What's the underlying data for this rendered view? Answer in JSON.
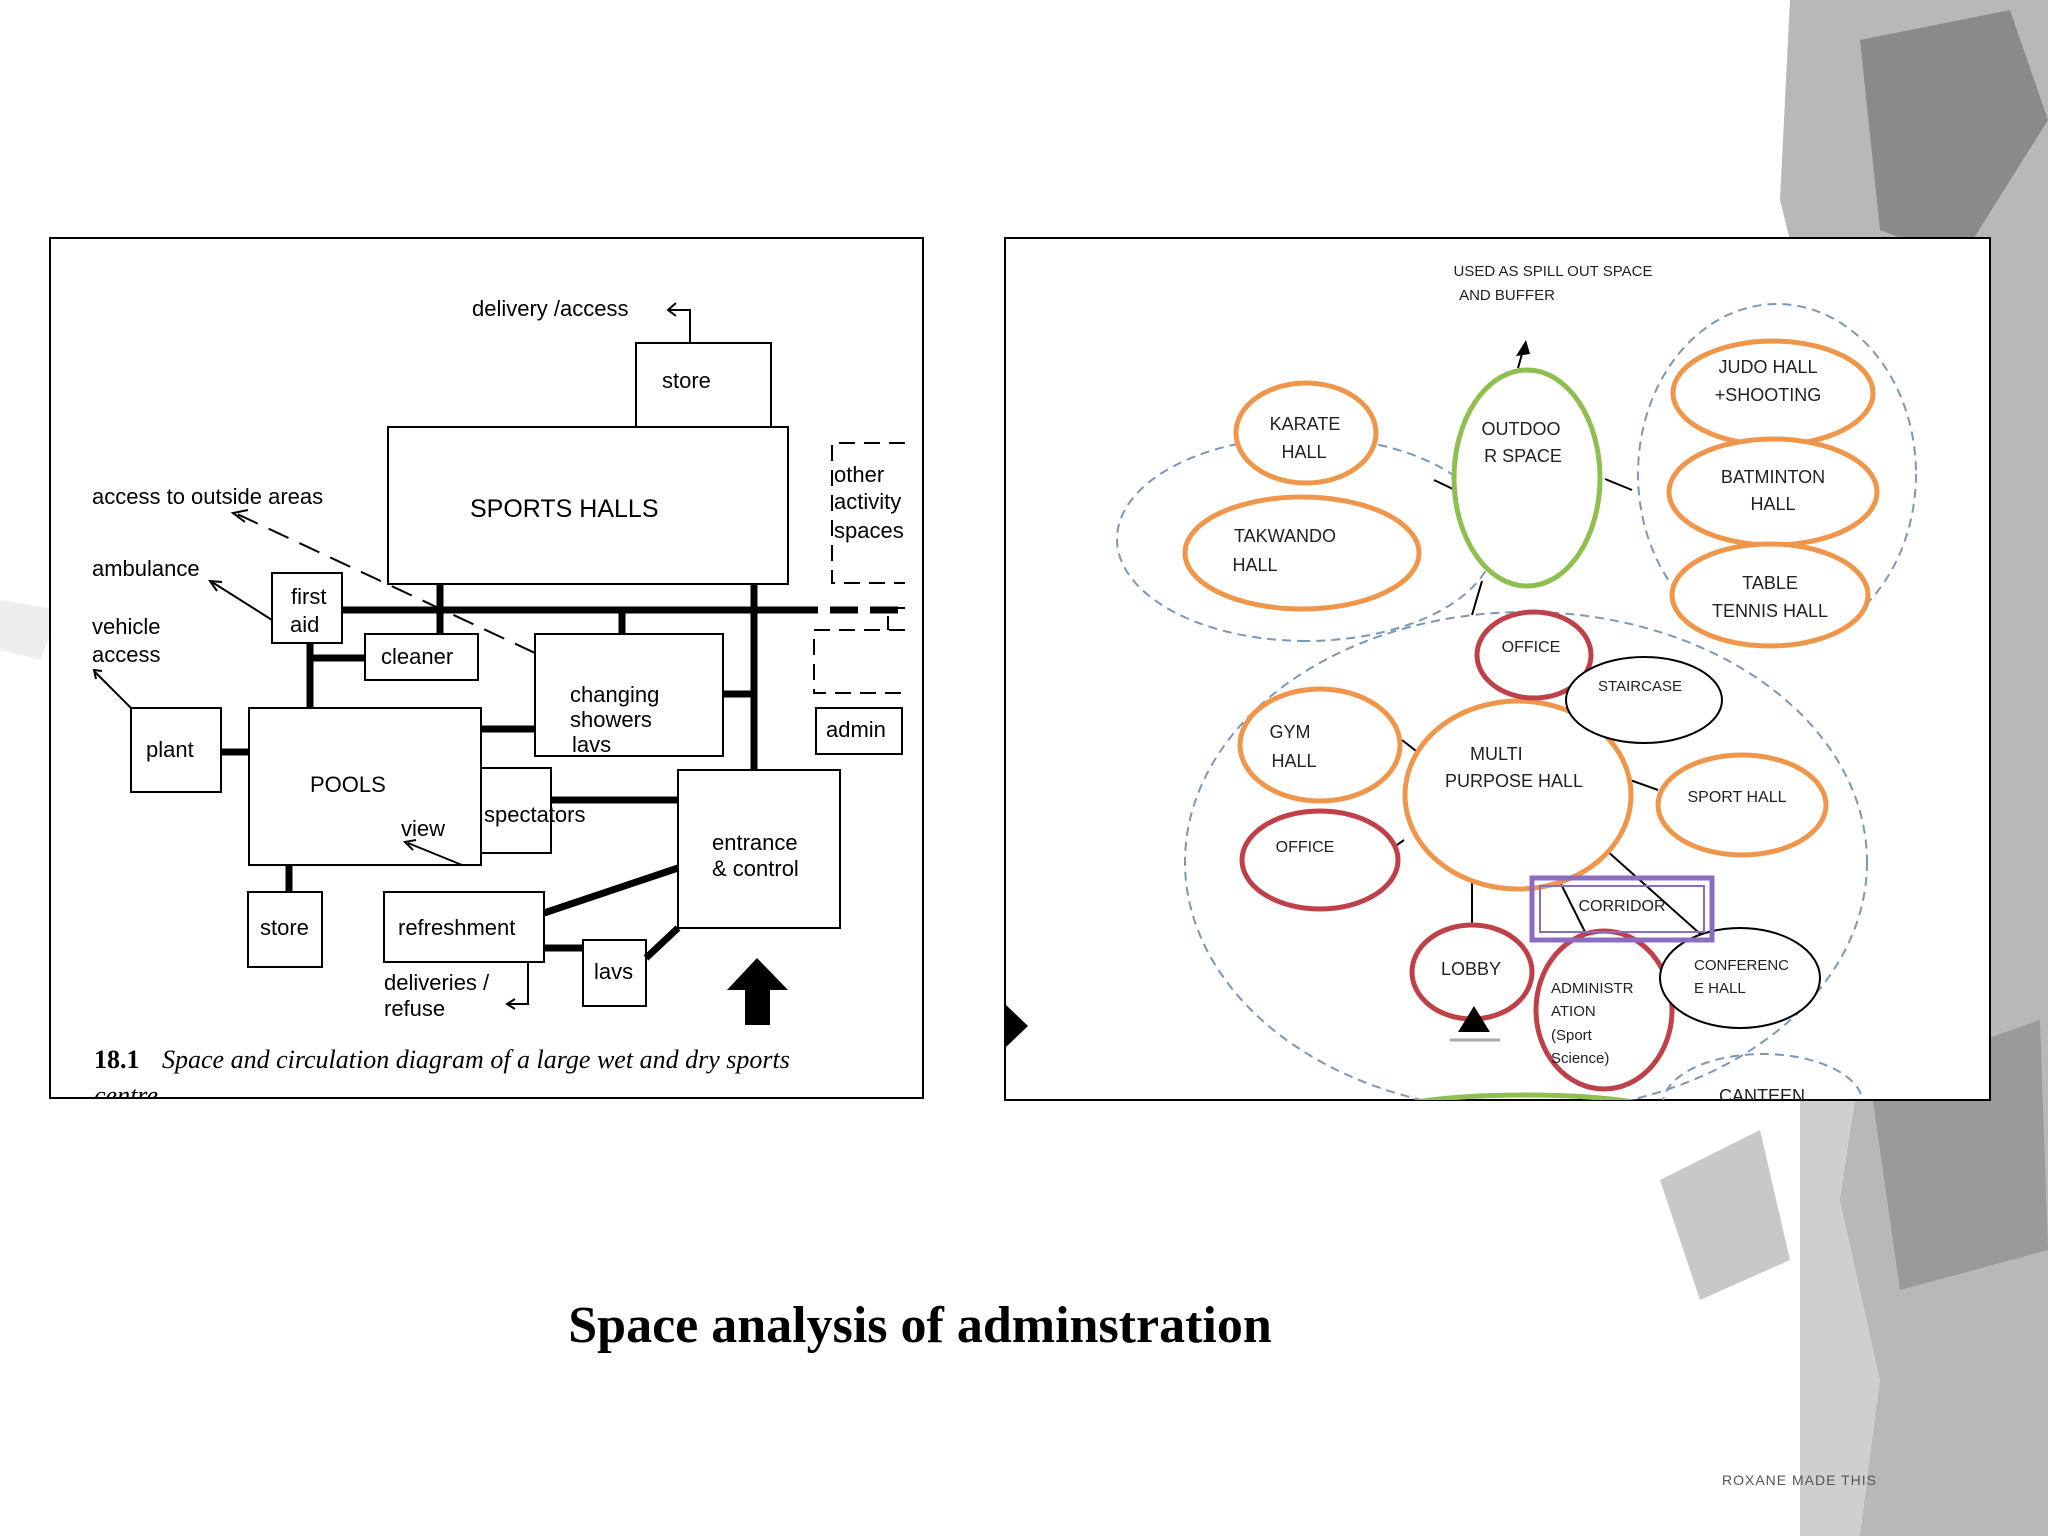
{
  "slide": {
    "title": "Space analysis of adminstration",
    "watermark": "ROXANE MADE THIS"
  },
  "left_diagram": {
    "top_access": "delivery /access",
    "store_top": "store",
    "sports_halls": "SPORTS  HALLS",
    "access_outside": "access to outside areas",
    "other_spaces": [
      "other",
      "activity",
      "spaces"
    ],
    "ambulance": "ambulance",
    "first_aid": [
      "first",
      "aid"
    ],
    "vehicle_access": [
      "vehicle",
      "access"
    ],
    "cleaner": "cleaner",
    "changing": [
      "changing",
      "showers",
      "lavs"
    ],
    "admin": "admin",
    "plant": "plant",
    "pools": "POOLS",
    "spectators": "spectators",
    "view": "view",
    "entrance": [
      "entrance",
      "& control"
    ],
    "store_bottom": "store",
    "refreshment": "refreshment",
    "deliveries": [
      "deliveries /",
      "refuse"
    ],
    "lavs": "lavs",
    "caption_num": "18.1",
    "caption_text": "Space and circulation diagram of a large wet and dry sports",
    "caption_cont": "centre"
  },
  "right_diagram": {
    "spill_note": [
      "USED AS SPILL OUT SPACE",
      "AND BUFFER"
    ],
    "outdoor": [
      "OUTDOO",
      "R SPACE"
    ],
    "karate": [
      "KARATE",
      "HALL"
    ],
    "takwando": [
      "TAKWANDO",
      "HALL"
    ],
    "judo": [
      "JUDO HALL",
      "+SHOOTING"
    ],
    "batminton": [
      "BATMINTON",
      "HALL"
    ],
    "table_tennis": [
      "TABLE",
      "TENNIS HALL"
    ],
    "office_top": "OFFICE",
    "staircase": "STAIRCASE",
    "gym": [
      "GYM",
      "HALL"
    ],
    "multi": [
      "MULTI",
      "PURPOSE HALL"
    ],
    "sport_hall": "SPORT HALL",
    "office_left": "OFFICE",
    "corridor": "CORRIDOR",
    "lobby": "LOBBY",
    "administration": [
      "ADMINISTR",
      "ATION",
      "(Sport",
      "Science)"
    ],
    "conference": [
      "CONFERENC",
      "E HALL"
    ],
    "canteen": "CANTEEN"
  },
  "colors": {
    "orange": "#f0964a",
    "green": "#8fbf4f",
    "red": "#c0404a",
    "purple": "#8a6cc0",
    "dashed_blue": "#7a98b4",
    "line": "#000000"
  }
}
